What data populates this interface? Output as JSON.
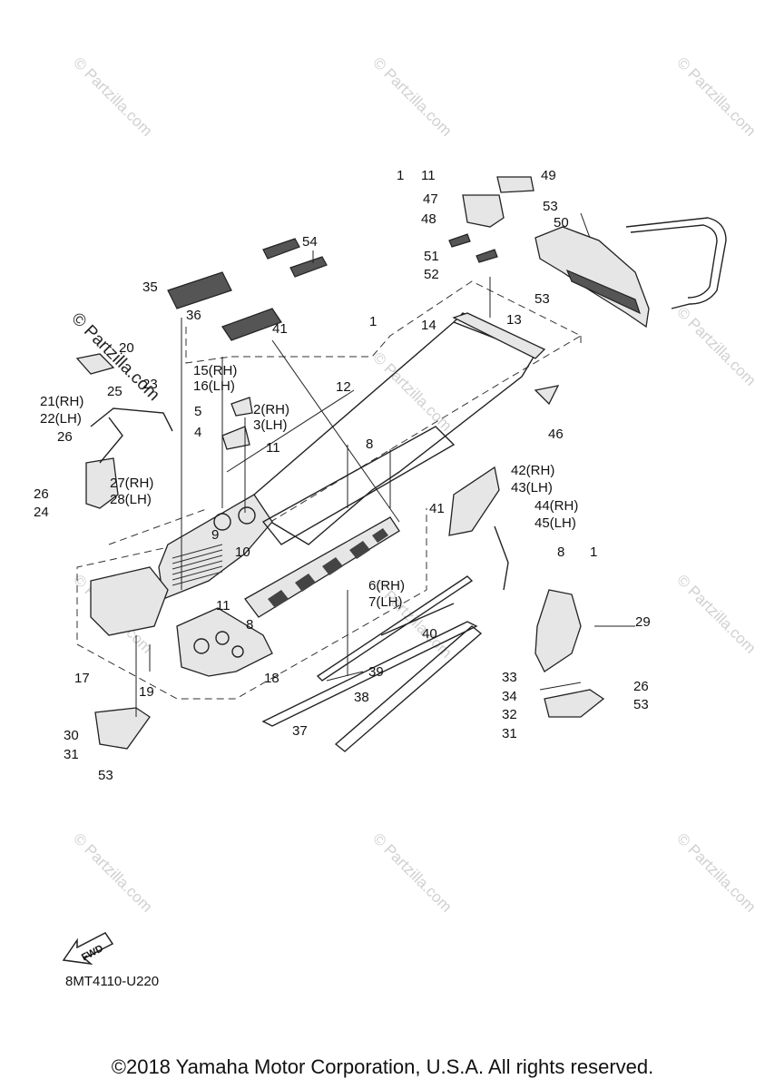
{
  "watermark": {
    "text": "© Partzilla.com",
    "prominent_text": "© Partzilla.com"
  },
  "callouts": [
    {
      "id": "c1a",
      "text": "1"
    },
    {
      "id": "c11a",
      "text": "11"
    },
    {
      "id": "c49",
      "text": "49"
    },
    {
      "id": "c47",
      "text": "47"
    },
    {
      "id": "c48",
      "text": "48"
    },
    {
      "id": "c53a",
      "text": "53"
    },
    {
      "id": "c50",
      "text": "50"
    },
    {
      "id": "c54",
      "text": "54"
    },
    {
      "id": "c51",
      "text": "51"
    },
    {
      "id": "c52",
      "text": "52"
    },
    {
      "id": "c53b",
      "text": "53"
    },
    {
      "id": "c35",
      "text": "35"
    },
    {
      "id": "c36",
      "text": "36"
    },
    {
      "id": "c41a",
      "text": "41"
    },
    {
      "id": "c1b",
      "text": "1"
    },
    {
      "id": "c14",
      "text": "14"
    },
    {
      "id": "c13",
      "text": "13"
    },
    {
      "id": "c20",
      "text": "20"
    },
    {
      "id": "c15",
      "text": "15(RH)"
    },
    {
      "id": "c16",
      "text": "16(LH)"
    },
    {
      "id": "c12",
      "text": "12"
    },
    {
      "id": "c23",
      "text": "23"
    },
    {
      "id": "c25",
      "text": "25"
    },
    {
      "id": "c21",
      "text": "21(RH)"
    },
    {
      "id": "c22",
      "text": "22(LH)"
    },
    {
      "id": "c5",
      "text": "5"
    },
    {
      "id": "c2",
      "text": "2(RH)"
    },
    {
      "id": "c3",
      "text": "3(LH)"
    },
    {
      "id": "c4",
      "text": "4"
    },
    {
      "id": "c46",
      "text": "46"
    },
    {
      "id": "c26a",
      "text": "26"
    },
    {
      "id": "c8a",
      "text": "8"
    },
    {
      "id": "c11b",
      "text": "11"
    },
    {
      "id": "c42",
      "text": "42(RH)"
    },
    {
      "id": "c43",
      "text": "43(LH)"
    },
    {
      "id": "c27",
      "text": "27(RH)"
    },
    {
      "id": "c28",
      "text": "28(LH)"
    },
    {
      "id": "c26b",
      "text": "26"
    },
    {
      "id": "c24",
      "text": "24"
    },
    {
      "id": "c41b",
      "text": "41"
    },
    {
      "id": "c44",
      "text": "44(RH)"
    },
    {
      "id": "c45",
      "text": "45(LH)"
    },
    {
      "id": "c9",
      "text": "9"
    },
    {
      "id": "c8b",
      "text": "8"
    },
    {
      "id": "c1c",
      "text": "1"
    },
    {
      "id": "c10",
      "text": "10"
    },
    {
      "id": "c6",
      "text": "6(RH)"
    },
    {
      "id": "c7",
      "text": "7(LH)"
    },
    {
      "id": "c11c",
      "text": "11"
    },
    {
      "id": "c29",
      "text": "29"
    },
    {
      "id": "c8c",
      "text": "8"
    },
    {
      "id": "c40",
      "text": "40"
    },
    {
      "id": "c17",
      "text": "17"
    },
    {
      "id": "c18",
      "text": "18"
    },
    {
      "id": "c39",
      "text": "39"
    },
    {
      "id": "c33",
      "text": "33"
    },
    {
      "id": "c26c",
      "text": "26"
    },
    {
      "id": "c19",
      "text": "19"
    },
    {
      "id": "c34",
      "text": "34"
    },
    {
      "id": "c53c",
      "text": "53"
    },
    {
      "id": "c38",
      "text": "38"
    },
    {
      "id": "c32",
      "text": "32"
    },
    {
      "id": "c30",
      "text": "30"
    },
    {
      "id": "c37",
      "text": "37"
    },
    {
      "id": "c31a",
      "text": "31"
    },
    {
      "id": "c31b",
      "text": "31"
    },
    {
      "id": "c53d",
      "text": "53"
    }
  ],
  "fwd_label": "FWD",
  "drawing_code": "8MT4110-U220",
  "copyright": "©2018 Yamaha Motor Corporation, U.S.A. All rights reserved."
}
